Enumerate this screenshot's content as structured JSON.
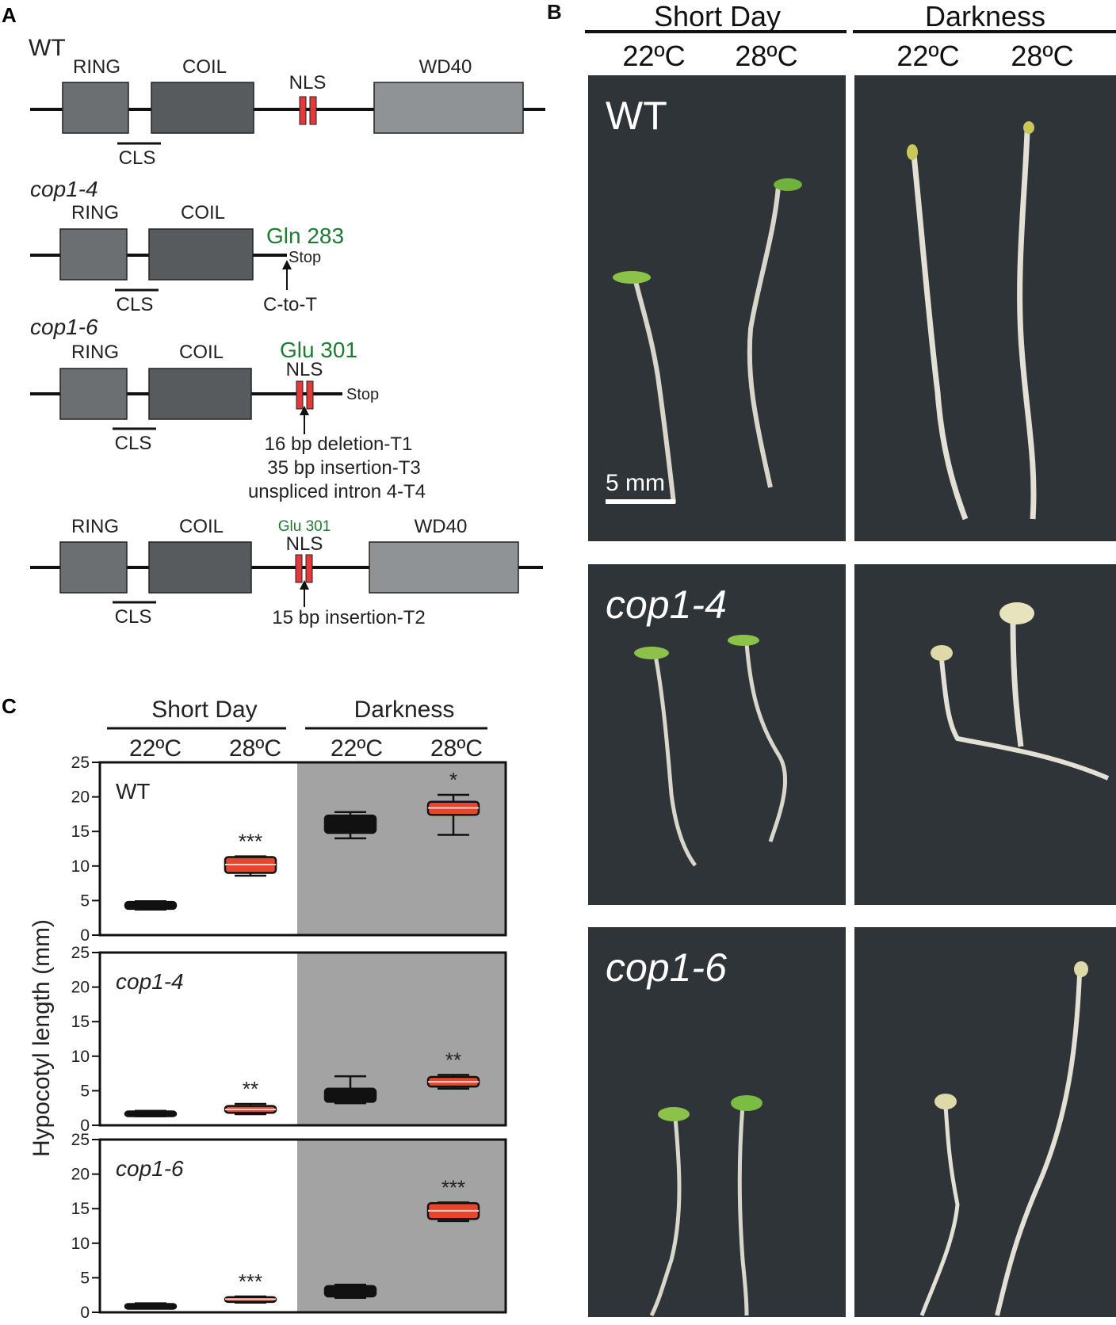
{
  "panel_letters": {
    "a": "A",
    "b": "B",
    "c": "C"
  },
  "panel_a": {
    "wt": {
      "genotype": "WT",
      "domains": {
        "ring": "RING",
        "coil": "COIL",
        "nls": "NLS",
        "wd40": "WD40",
        "cls": "CLS"
      }
    },
    "cop1_4": {
      "genotype": "cop1-4",
      "domains": {
        "ring": "RING",
        "coil": "COIL",
        "cls": "CLS"
      },
      "residue": "Gln 283",
      "stop": "Stop",
      "mutation": "C-to-T"
    },
    "cop1_6": {
      "genotype": "cop1-6",
      "domains": {
        "ring": "RING",
        "coil": "COIL",
        "nls": "NLS",
        "cls": "CLS"
      },
      "residue": "Glu 301",
      "stop": "Stop",
      "mutations": [
        "16 bp deletion-T1",
        "35 bp insertion-T3",
        "unspliced intron 4-T4"
      ]
    },
    "cop1_6_t2": {
      "domains": {
        "ring": "RING",
        "coil": "COIL",
        "nls": "NLS",
        "wd40": "WD40",
        "cls": "CLS"
      },
      "residue": "Glu 301",
      "mutation": "15 bp insertion-T2"
    },
    "colors": {
      "dark_box": "#575b5e",
      "mid_box": "#6b6f72",
      "light_box": "#8f9396",
      "nls": "#e23a3a",
      "residue_text": "#1e7a34"
    }
  },
  "panel_b": {
    "conditions": [
      "Short Day",
      "Darkness"
    ],
    "temperatures": [
      "22ºC",
      "28ºC",
      "22ºC",
      "28ºC"
    ],
    "rows": [
      "WT",
      "cop1-4",
      "cop1-6"
    ],
    "scale_bar": "5 mm"
  },
  "chart_data": {
    "type": "box",
    "ylabel": "Hypocotyl length (mm)",
    "conditions": [
      "Short Day",
      "Darkness"
    ],
    "categories": [
      "22ºC",
      "28ºC",
      "22ºC",
      "28ºC"
    ],
    "ylim": [
      0,
      25
    ],
    "yticks": [
      0,
      5,
      10,
      15,
      20,
      25
    ],
    "background": {
      "short_day": "#ffffff",
      "darkness": "#a3a3a3"
    },
    "colors": {
      "control": "#111111",
      "significant": "#e8442e"
    },
    "panels": [
      {
        "genotype": "WT",
        "boxes": [
          {
            "q1": 3.8,
            "q3": 4.8,
            "median": 4.3,
            "min": 3.7,
            "max": 4.9,
            "color": "control",
            "sig": ""
          },
          {
            "q1": 9.0,
            "q3": 11.3,
            "median": 10.2,
            "min": 8.6,
            "max": 11.4,
            "color": "significant",
            "sig": "***"
          },
          {
            "q1": 14.8,
            "q3": 17.3,
            "median": 16.2,
            "min": 14.0,
            "max": 17.8,
            "color": "control",
            "sig": ""
          },
          {
            "q1": 17.4,
            "q3": 19.3,
            "median": 18.4,
            "min": 14.5,
            "max": 20.3,
            "color": "significant",
            "sig": "*"
          }
        ]
      },
      {
        "genotype": "cop1-4",
        "boxes": [
          {
            "q1": 1.4,
            "q3": 2.0,
            "median": 1.7,
            "min": 1.3,
            "max": 2.1,
            "color": "control",
            "sig": ""
          },
          {
            "q1": 1.8,
            "q3": 2.8,
            "median": 2.3,
            "min": 1.6,
            "max": 3.1,
            "color": "significant",
            "sig": "**"
          },
          {
            "q1": 3.4,
            "q3": 5.3,
            "median": 4.5,
            "min": 3.2,
            "max": 7.1,
            "color": "control",
            "sig": ""
          },
          {
            "q1": 5.6,
            "q3": 7.0,
            "median": 6.3,
            "min": 5.3,
            "max": 7.3,
            "color": "significant",
            "sig": "**"
          }
        ]
      },
      {
        "genotype": "cop1-6",
        "boxes": [
          {
            "q1": 0.7,
            "q3": 1.2,
            "median": 0.95,
            "min": 0.6,
            "max": 1.3,
            "color": "control",
            "sig": ""
          },
          {
            "q1": 1.5,
            "q3": 2.2,
            "median": 1.9,
            "min": 1.4,
            "max": 2.3,
            "color": "significant",
            "sig": "***"
          },
          {
            "q1": 2.3,
            "q3": 3.8,
            "median": 3.1,
            "min": 2.1,
            "max": 4.0,
            "color": "control",
            "sig": ""
          },
          {
            "q1": 13.5,
            "q3": 15.8,
            "median": 14.7,
            "min": 13.2,
            "max": 15.9,
            "color": "significant",
            "sig": "***"
          }
        ]
      }
    ]
  }
}
